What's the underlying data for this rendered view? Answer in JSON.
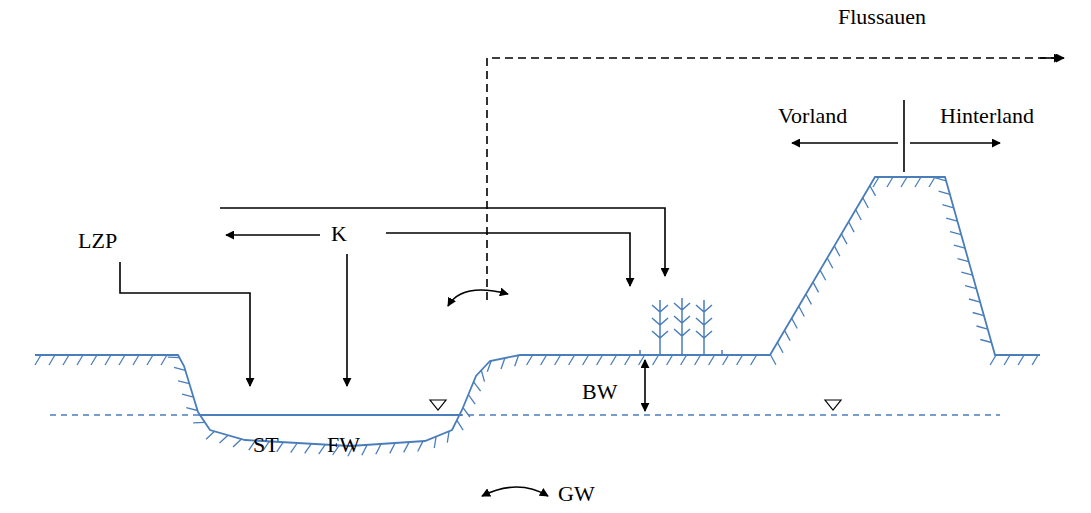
{
  "diagram": {
    "labels": [
      "Flussauen",
      "Vorland",
      "Hinterland",
      "LZP",
      "K",
      "BW",
      "ST",
      "FW",
      "GW"
    ]
  }
}
